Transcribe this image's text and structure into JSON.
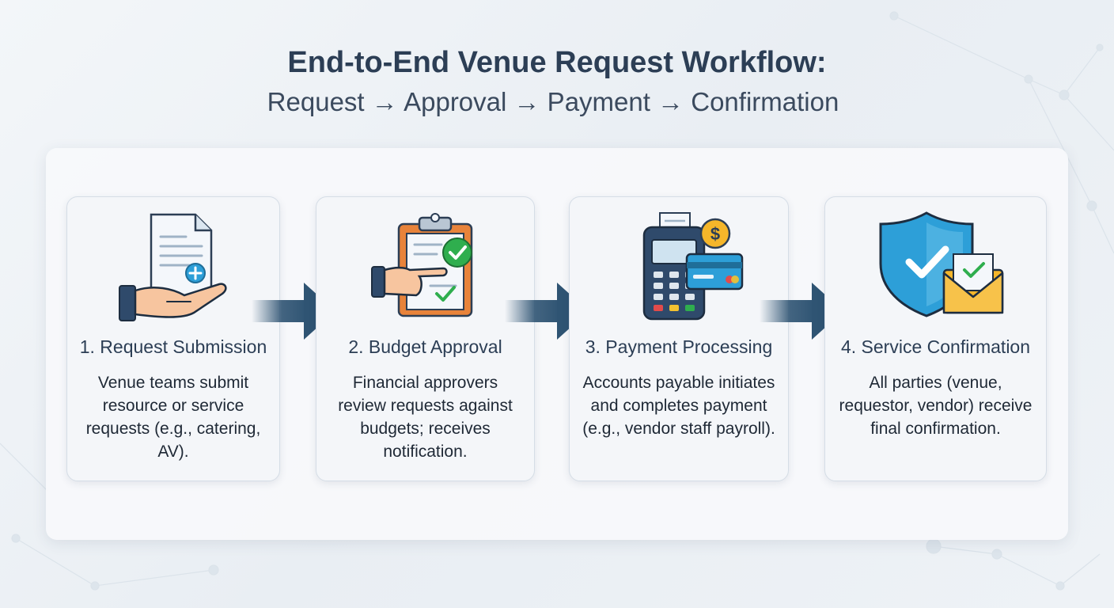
{
  "header": {
    "title": "End-to-End Venue Request Workflow:",
    "subtitle": "Request → Approval → Payment → Confirmation"
  },
  "steps": [
    {
      "title": "1. Request Submission",
      "description": "Venue teams submit resource or service requests (e.g., catering, AV).",
      "icon": "hand-document-icon"
    },
    {
      "title": "2. Budget Approval",
      "description": "Financial approvers review requests against budgets; receives notification.",
      "icon": "clipboard-check-icon"
    },
    {
      "title": "3. Payment Processing",
      "description": "Accounts payable initiates and completes payment (e.g., vendor staff payroll).",
      "icon": "payment-terminal-icon"
    },
    {
      "title": "4. Service Confirmation",
      "description": "All parties (venue, requestor, vendor) receive final confirmation.",
      "icon": "shield-envelope-icon"
    }
  ],
  "colors": {
    "title": "#2c3e55",
    "arrow": "#2f5473",
    "accent_blue": "#2d9fd8",
    "check_green": "#2fae4e",
    "skin": "#f7c59f",
    "sleeve": "#2f4a6b"
  }
}
